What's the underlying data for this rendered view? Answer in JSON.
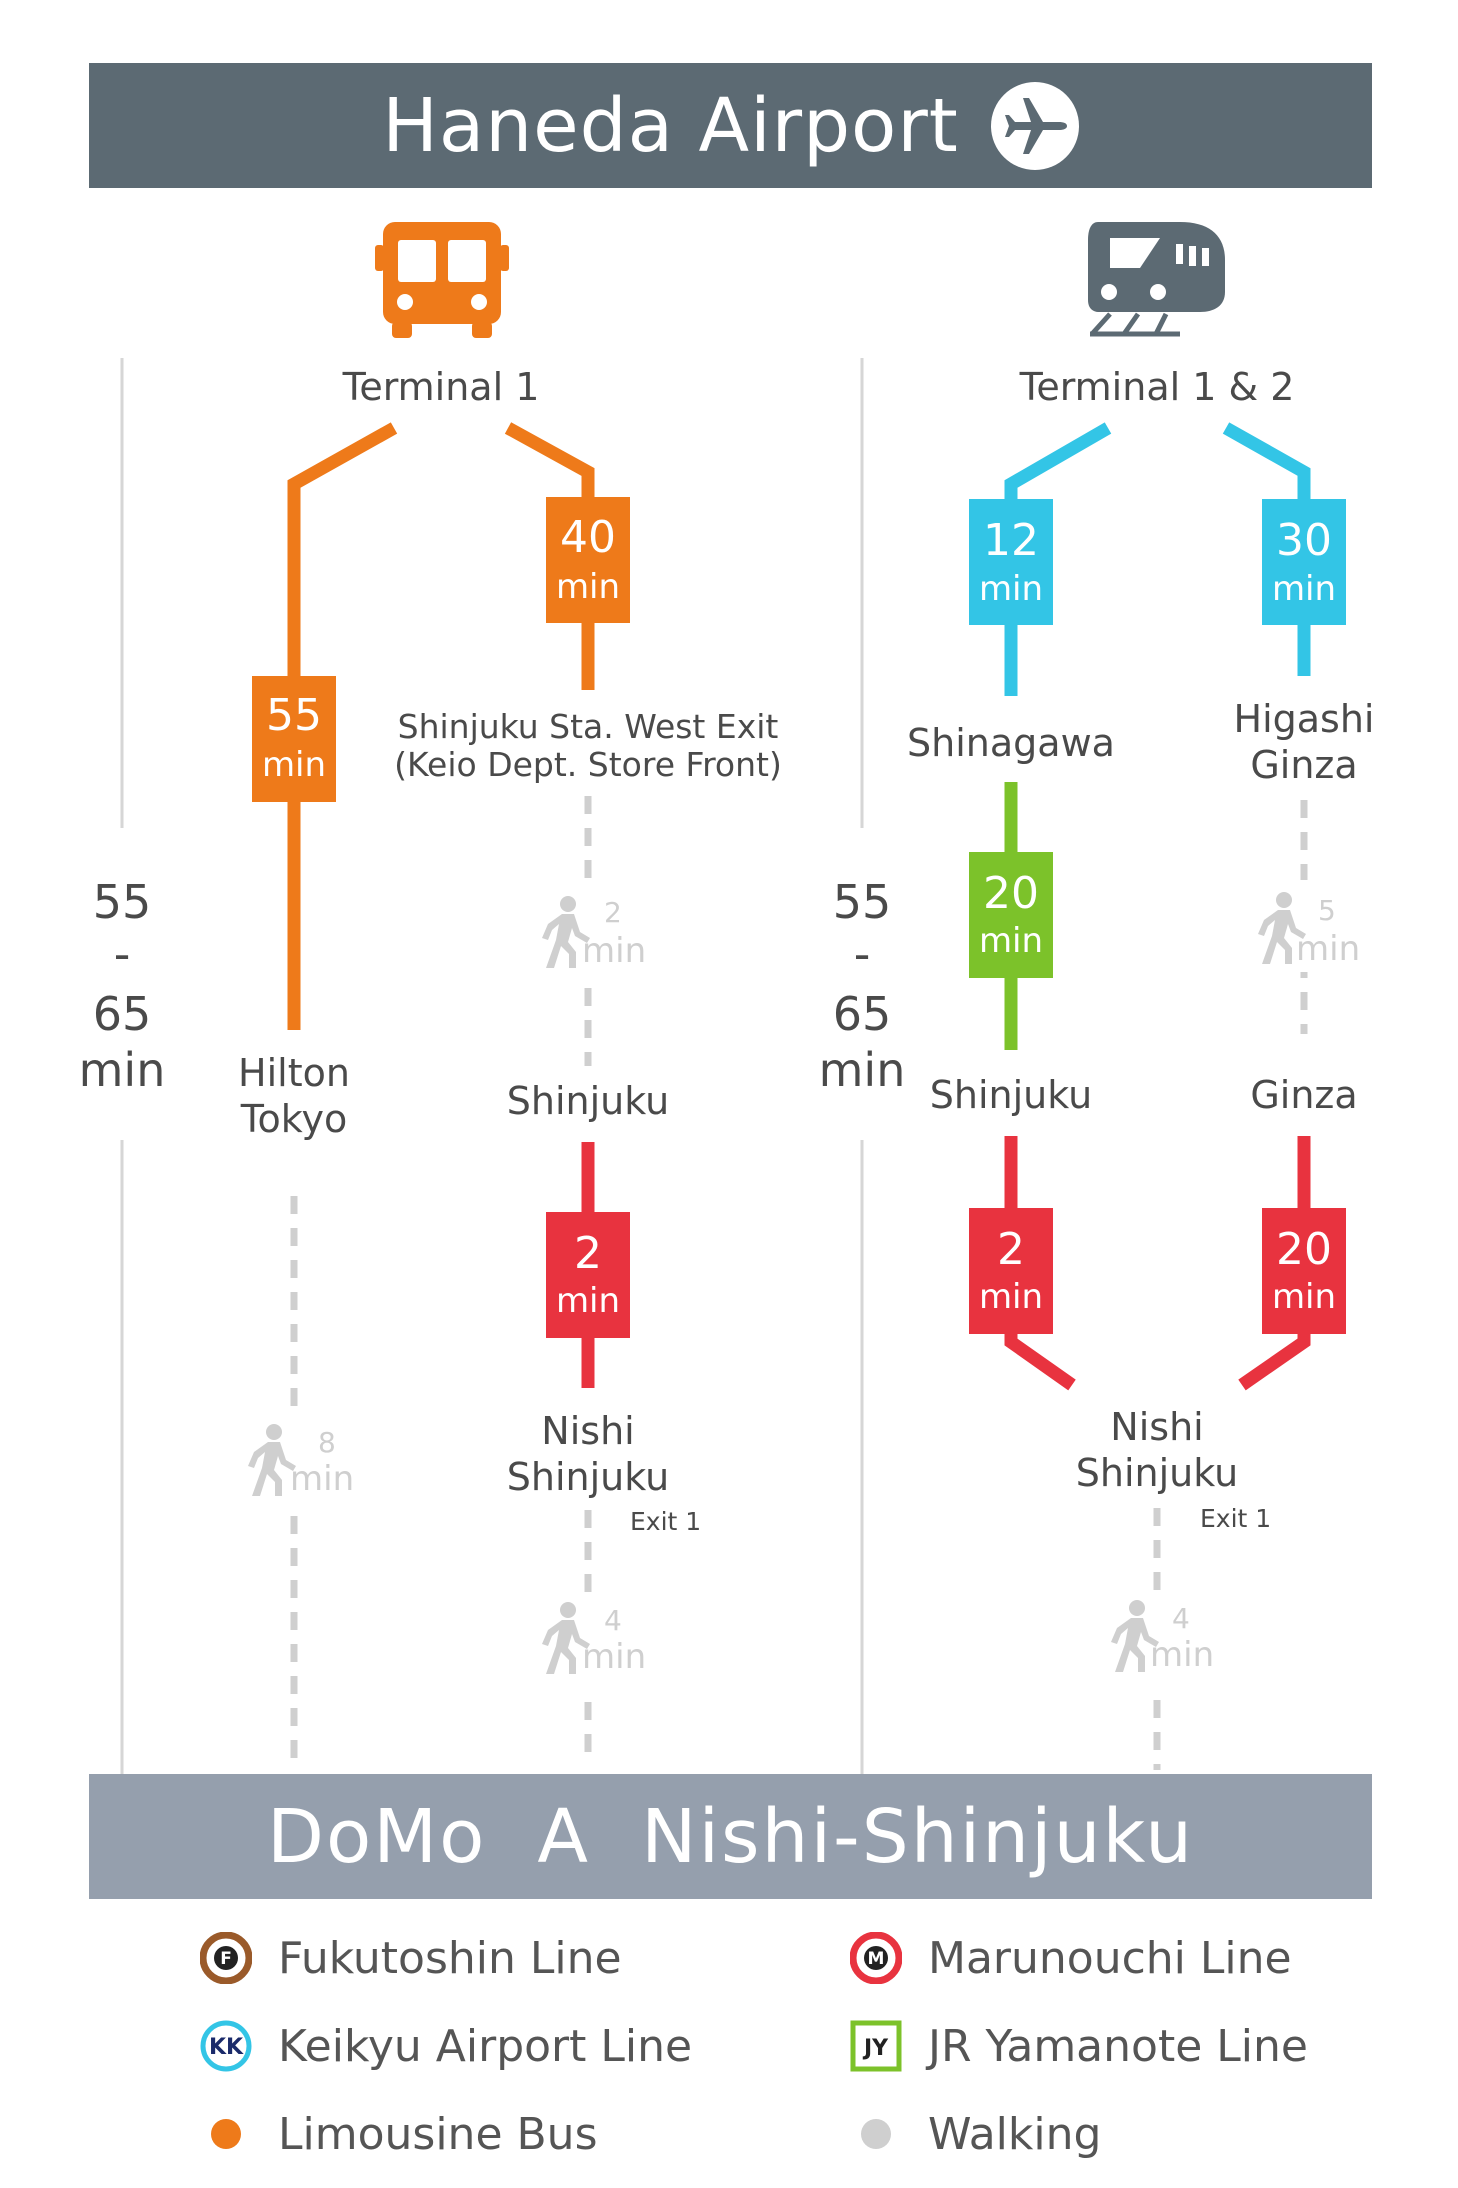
{
  "header": {
    "title": "Haneda Airport",
    "icon": "airplane-icon"
  },
  "colors": {
    "bus": "#ee7a1a",
    "keikyu": "#33c5e6",
    "jr": "#7cc22a",
    "marunouchi": "#e8333f",
    "walk": "#cfcfcf",
    "header_bg": "#5c6a73",
    "footer_bg": "#959fad",
    "fukutoshin": "#9a5a2a"
  },
  "left_route": {
    "icon": "bus-icon",
    "origin": "Terminal 1",
    "total_time": [
      "55",
      "-",
      "65",
      "min"
    ],
    "branch_a": {
      "bus": {
        "value": "55",
        "unit": "min"
      },
      "stop": [
        "Hilton",
        "Tokyo"
      ],
      "walk": {
        "value": "8",
        "unit": "min"
      }
    },
    "branch_b": {
      "bus": {
        "value": "40",
        "unit": "min"
      },
      "stop": [
        "Shinjuku Sta. West Exit",
        "(Keio Dept. Store Front)"
      ],
      "walk1": {
        "value": "2",
        "unit": "min"
      },
      "station": "Shinjuku",
      "train": {
        "value": "2",
        "unit": "min"
      },
      "dest": [
        "Nishi",
        "Shinjuku"
      ],
      "exit": "Exit 1",
      "walk2": {
        "value": "4",
        "unit": "min"
      }
    }
  },
  "right_route": {
    "icon": "train-icon",
    "origin": "Terminal 1 & 2",
    "total_time": [
      "55",
      "-",
      "65",
      "min"
    ],
    "branch_a": {
      "keikyu": {
        "value": "12",
        "unit": "min"
      },
      "station1": "Shinagawa",
      "jr": {
        "value": "20",
        "unit": "min"
      },
      "station2": "Shinjuku",
      "maru": {
        "value": "2",
        "unit": "min"
      }
    },
    "branch_b": {
      "keikyu": {
        "value": "30",
        "unit": "min"
      },
      "station1": [
        "Higashi",
        "Ginza"
      ],
      "walk": {
        "value": "5",
        "unit": "min"
      },
      "station2": "Ginza",
      "maru": {
        "value": "20",
        "unit": "min"
      }
    },
    "dest": [
      "Nishi",
      "Shinjuku"
    ],
    "exit": "Exit 1",
    "walk": {
      "value": "4",
      "unit": "min"
    }
  },
  "footer": {
    "title": "DoMo  A  Nishi-Shinjuku"
  },
  "legend": [
    {
      "symbol": "F",
      "label": "Fukutoshin Line"
    },
    {
      "symbol": "M",
      "label": "Marunouchi Line"
    },
    {
      "symbol": "KK",
      "label": "Keikyu Airport Line"
    },
    {
      "symbol": "JY",
      "label": "JR Yamanote Line"
    },
    {
      "symbol": "",
      "label": "Limousine Bus"
    },
    {
      "symbol": "",
      "label": "Walking"
    }
  ]
}
